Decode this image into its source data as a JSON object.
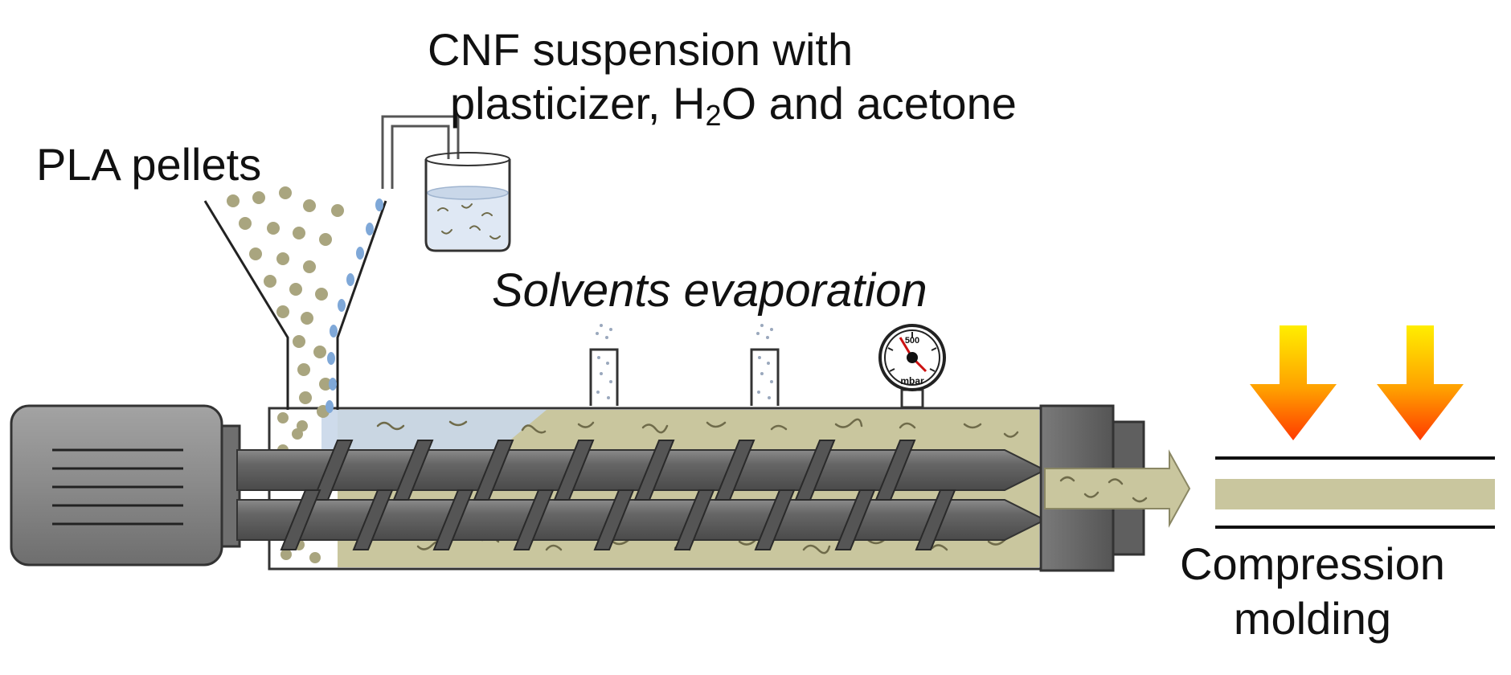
{
  "labels": {
    "cnf_line1": "CNF suspension with",
    "cnf_line2_pre": "plasticizer, H",
    "cnf_line2_sub": "2",
    "cnf_line2_post": "O and acetone",
    "pla": "PLA pellets",
    "solvents": "Solvents evaporation",
    "compression_line1": "Compression",
    "compression_line2": "molding"
  },
  "gauge": {
    "value_label": "500",
    "unit_label": "mbar"
  },
  "colors": {
    "pellet": "#a9a57f",
    "melt": "#c9c69e",
    "suspension": "#c9d7e9",
    "droplet": "#7fa8d8",
    "screw": "#5d5d5d",
    "motor": "#8c8c8c",
    "heat_top": "#ffe600",
    "heat_bottom": "#ff3300"
  }
}
